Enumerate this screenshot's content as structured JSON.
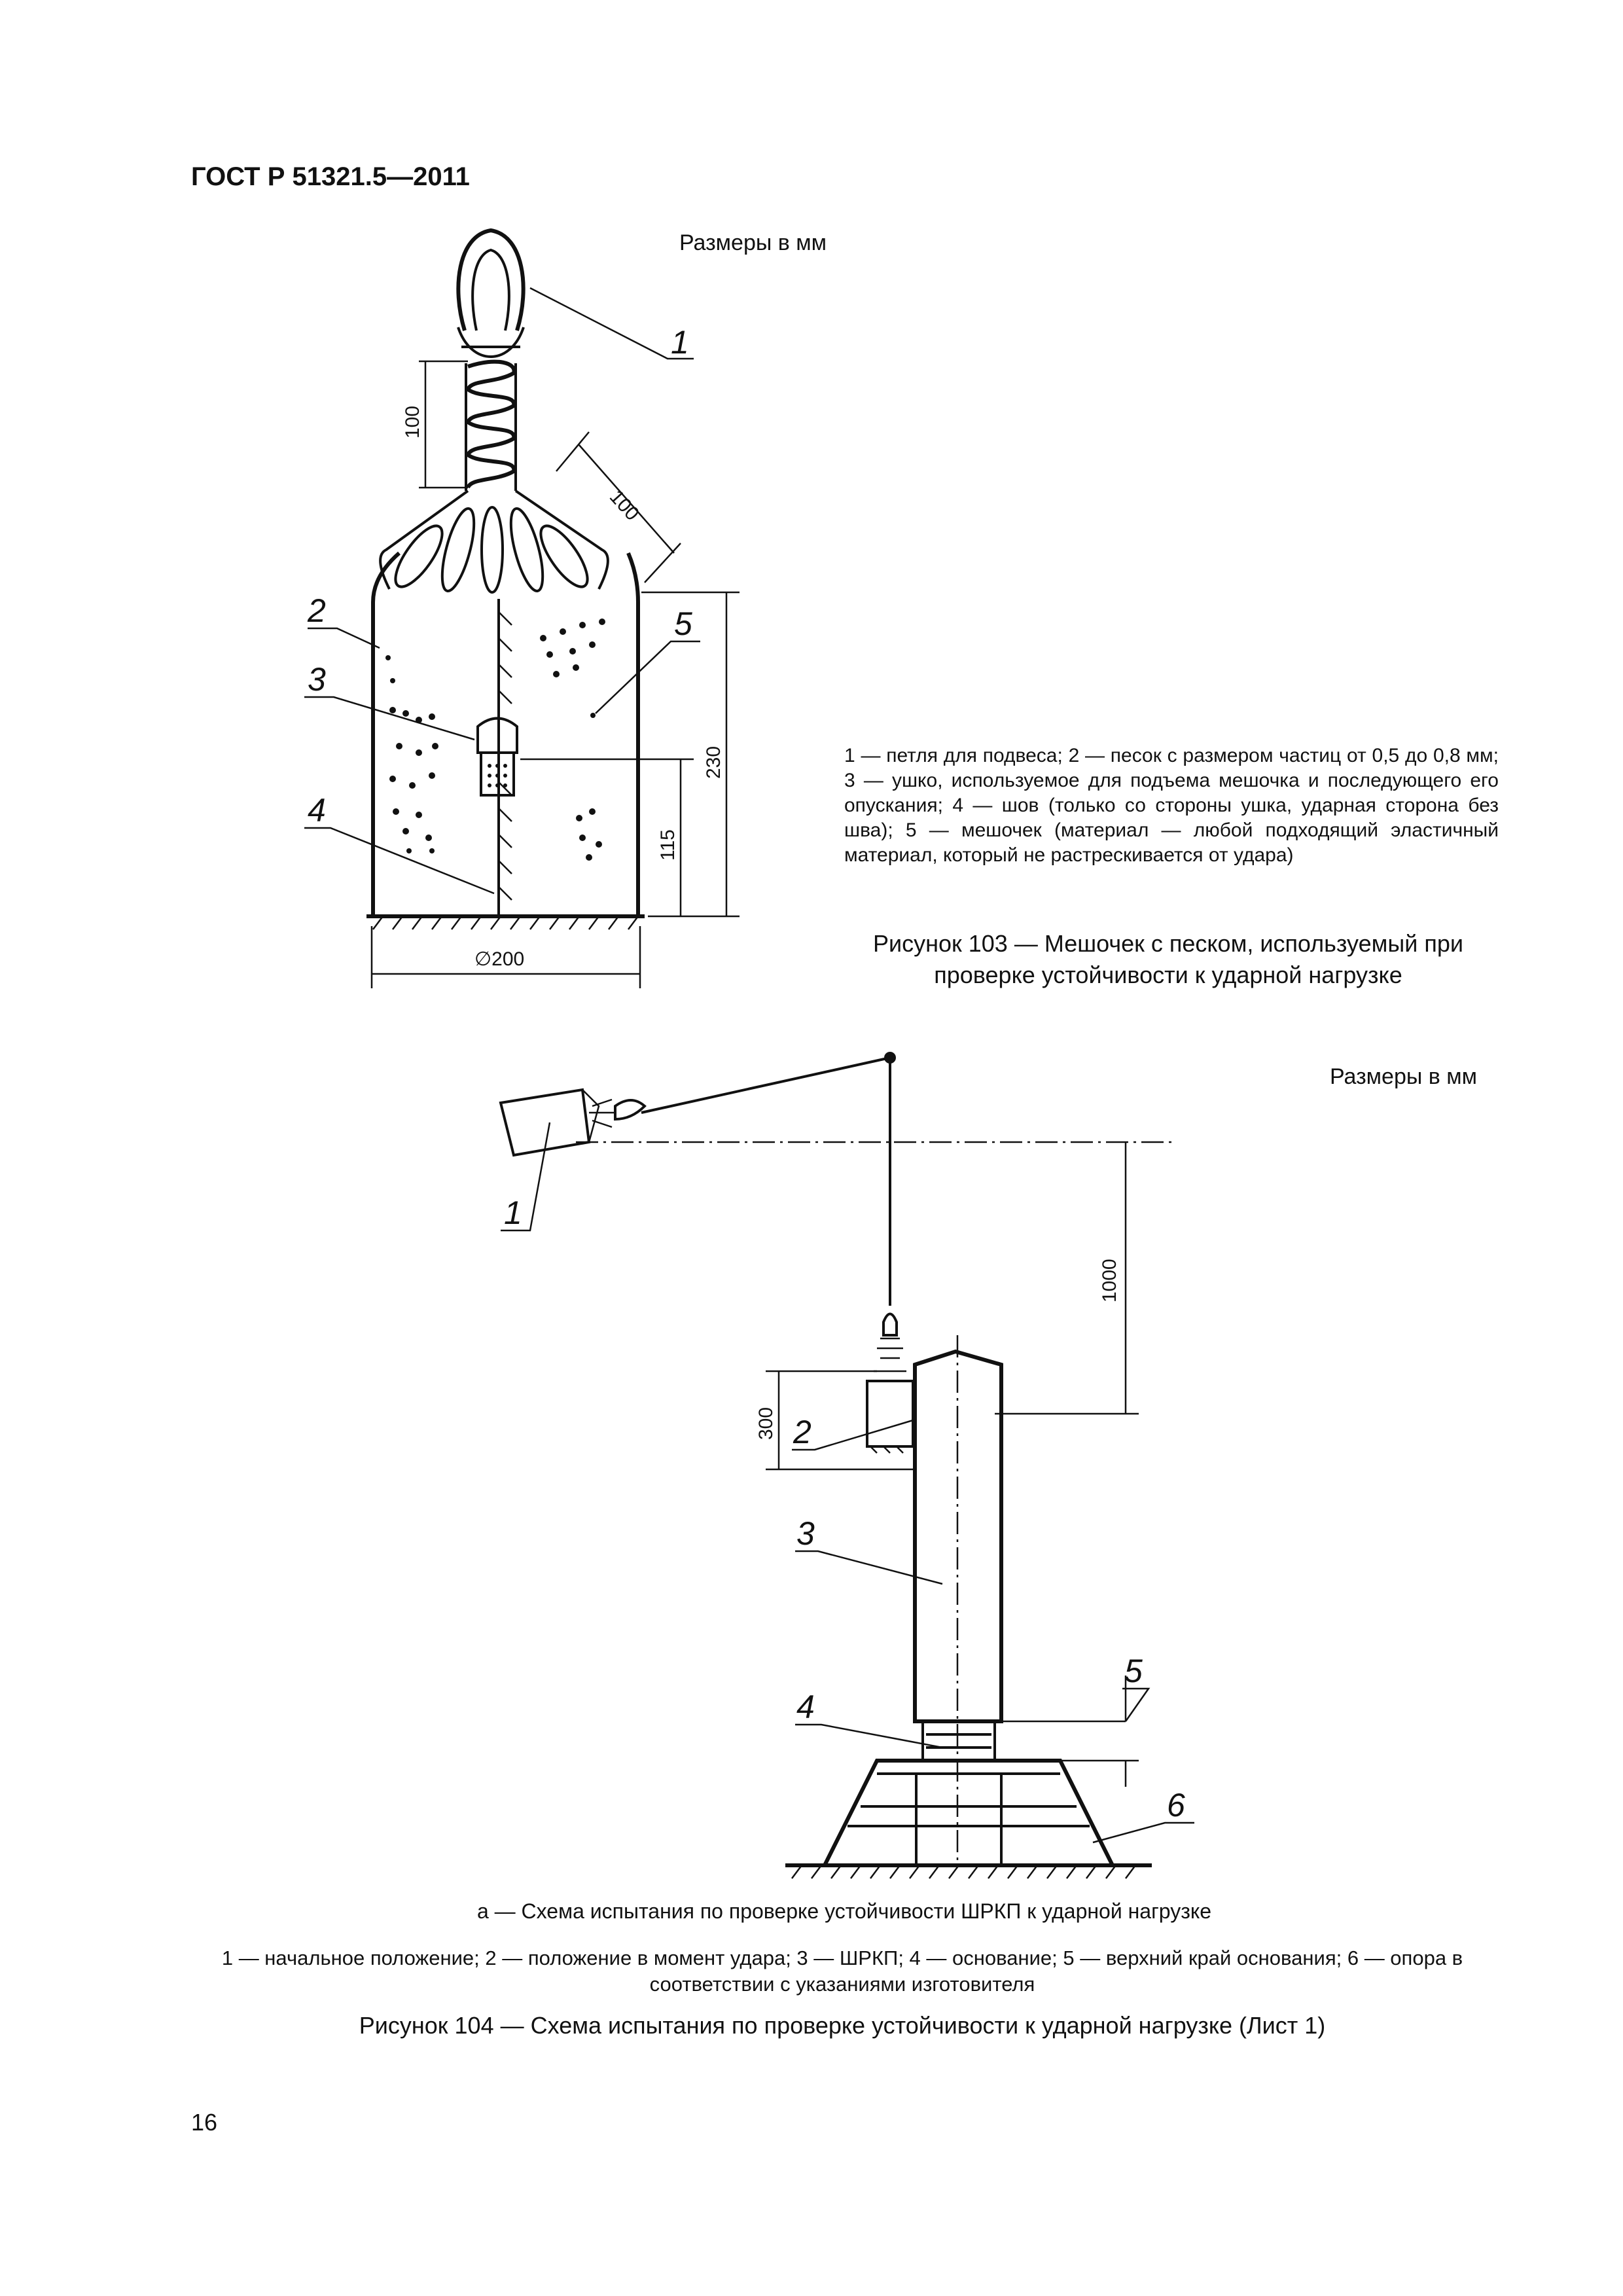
{
  "header": {
    "standard": "ГОСТ Р 51321.5—2011"
  },
  "figure103": {
    "units": "Размеры в мм",
    "dims": {
      "loop_len": "100",
      "shoulder": "100",
      "height_total": "230",
      "eye_height": "115",
      "diameter": "∅200"
    },
    "callouts": [
      "1",
      "2",
      "3",
      "4",
      "5"
    ],
    "legend": "1 — петля для подвеса; 2 — песок с размером частиц от 0,5 до 0,8 мм; 3 — ушко, используемое для подъема мешочка и последующего его опускания; 4 — шов (только со стороны ушка, ударная сторона без шва); 5 — мешочек (материал — любой подходящий эластичный материал, который не растрескивается от удара)",
    "caption": "Рисунок 103 — Мешочек с песком, используемый при проверке устойчивости к ударной нагрузке"
  },
  "figure104": {
    "units": "Размеры в мм",
    "dims": {
      "drop": "1000",
      "impact": "300"
    },
    "callouts": [
      "1",
      "2",
      "3",
      "4",
      "5",
      "6"
    ],
    "subcaption": "а — Схема испытания по проверке устойчивости ШРКП к ударной нагрузке",
    "legend": "1 — начальное положение; 2 — положение в момент удара; 3 — ШРКП; 4 — основание; 5 — верхний край основания; 6 — опора в соответствии с указаниями изготовителя",
    "caption": "Рисунок 104 — Схема испытания по проверке устойчивости к ударной нагрузке (Лист 1)"
  },
  "page": {
    "number": "16"
  }
}
